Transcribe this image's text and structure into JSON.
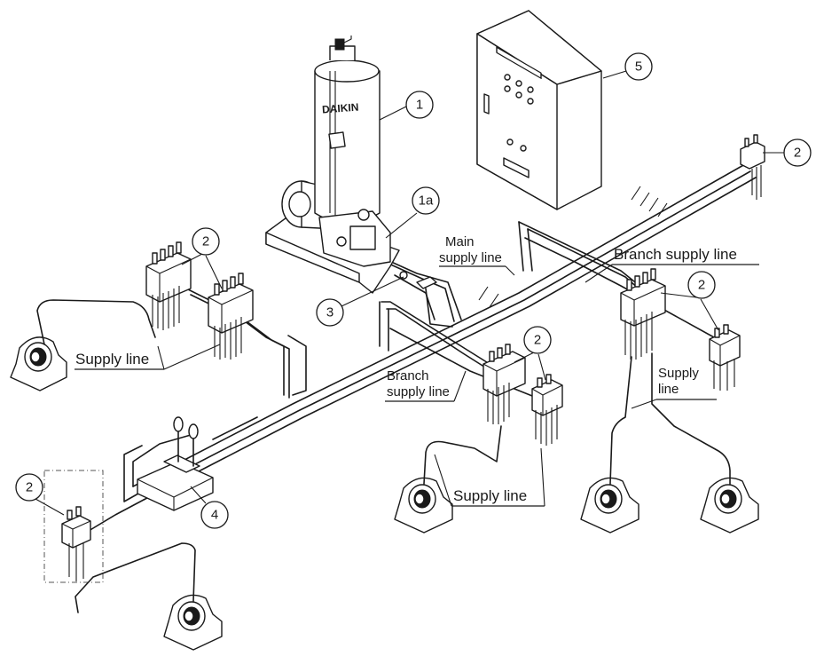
{
  "brand": "DAIKIN",
  "callouts": [
    {
      "id": "pump",
      "text": "1"
    },
    {
      "id": "pump-valve",
      "text": "1a"
    },
    {
      "id": "distributor-top-left",
      "text": "2"
    },
    {
      "id": "distributor-far-right",
      "text": "2"
    },
    {
      "id": "distributor-right",
      "text": "2"
    },
    {
      "id": "distributor-center",
      "text": "2"
    },
    {
      "id": "distributor-bottom-left",
      "text": "2"
    },
    {
      "id": "junction",
      "text": "3"
    },
    {
      "id": "end-switch",
      "text": "4"
    },
    {
      "id": "controller",
      "text": "5"
    }
  ],
  "labels": {
    "main_supply_line": [
      "Main",
      "supply line"
    ],
    "branch_supply_line_right": "Branch supply line",
    "branch_supply_line_center": [
      "Branch",
      "supply line"
    ],
    "supply_line_left": "Supply line",
    "supply_line_right": [
      "Supply",
      "line"
    ],
    "supply_line_bottom": "Supply line"
  },
  "colors": {
    "ink": "#1a1a1a",
    "background": "#ffffff"
  }
}
